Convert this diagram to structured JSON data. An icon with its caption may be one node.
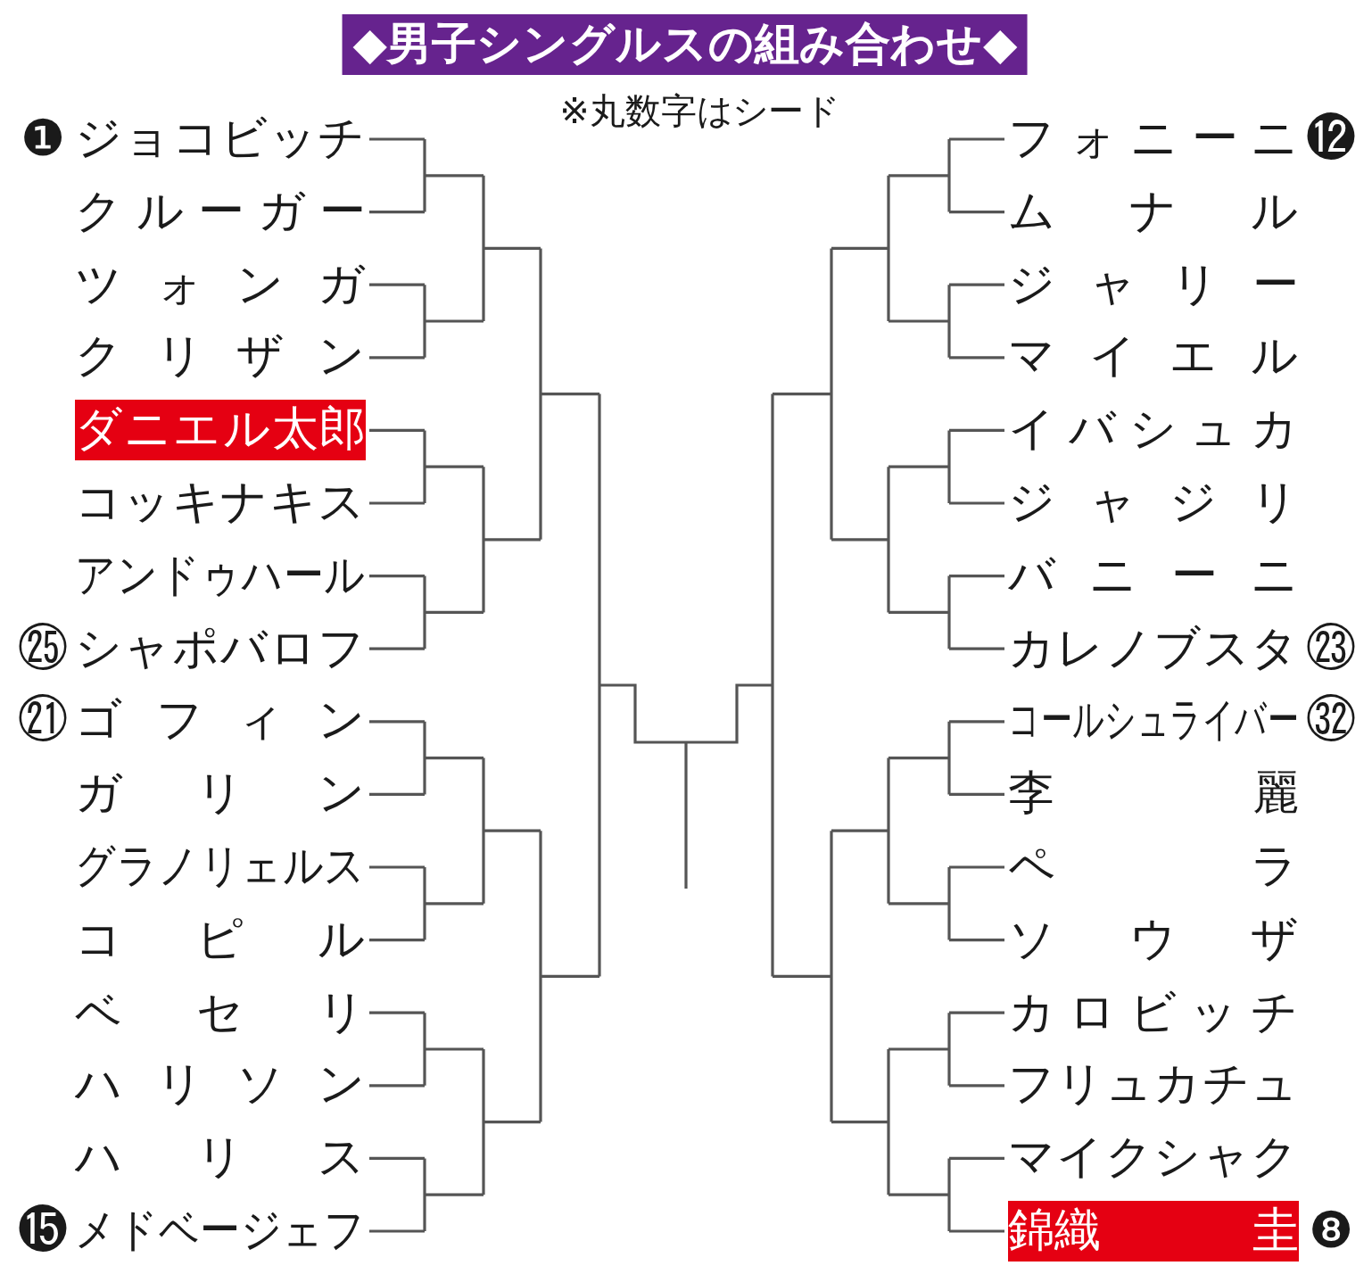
{
  "diagram": {
    "title": "◆男子シングルスの組み合わせ◆",
    "nodes": [
      {
        "text": [
          "ダニエル太郎"
        ]
      },
      {
        "text": [
          "錦織 圭"
        ],
        "beside": [
          "❽"
        ]
      }
    ],
    "labels": [
      "※丸数字はシード",
      "❶ジョコビッチ",
      "クルーガー",
      "ツォンガ",
      "クリザン",
      "コッキナキス",
      "アンドゥハール",
      "㉕シャポバロフ",
      "㉑ゴフィン",
      "ガリン",
      "グラノリェルス",
      "コピル",
      "ベセリ",
      "ハリソン",
      "ハリス",
      "⓯メドベージェフ",
      "フォニーニ⓬",
      "ムナル",
      "ジャリー",
      "マイエル",
      "イバシュカ",
      "ジャジリ",
      "バニーニ",
      "カレノブスタ㉓",
      "コールシュライバー㉜",
      "李麗",
      "ペラ",
      "ソウザ",
      "カロビッチ",
      "フリュカチュ",
      "マイクシャク"
    ]
  }
}
